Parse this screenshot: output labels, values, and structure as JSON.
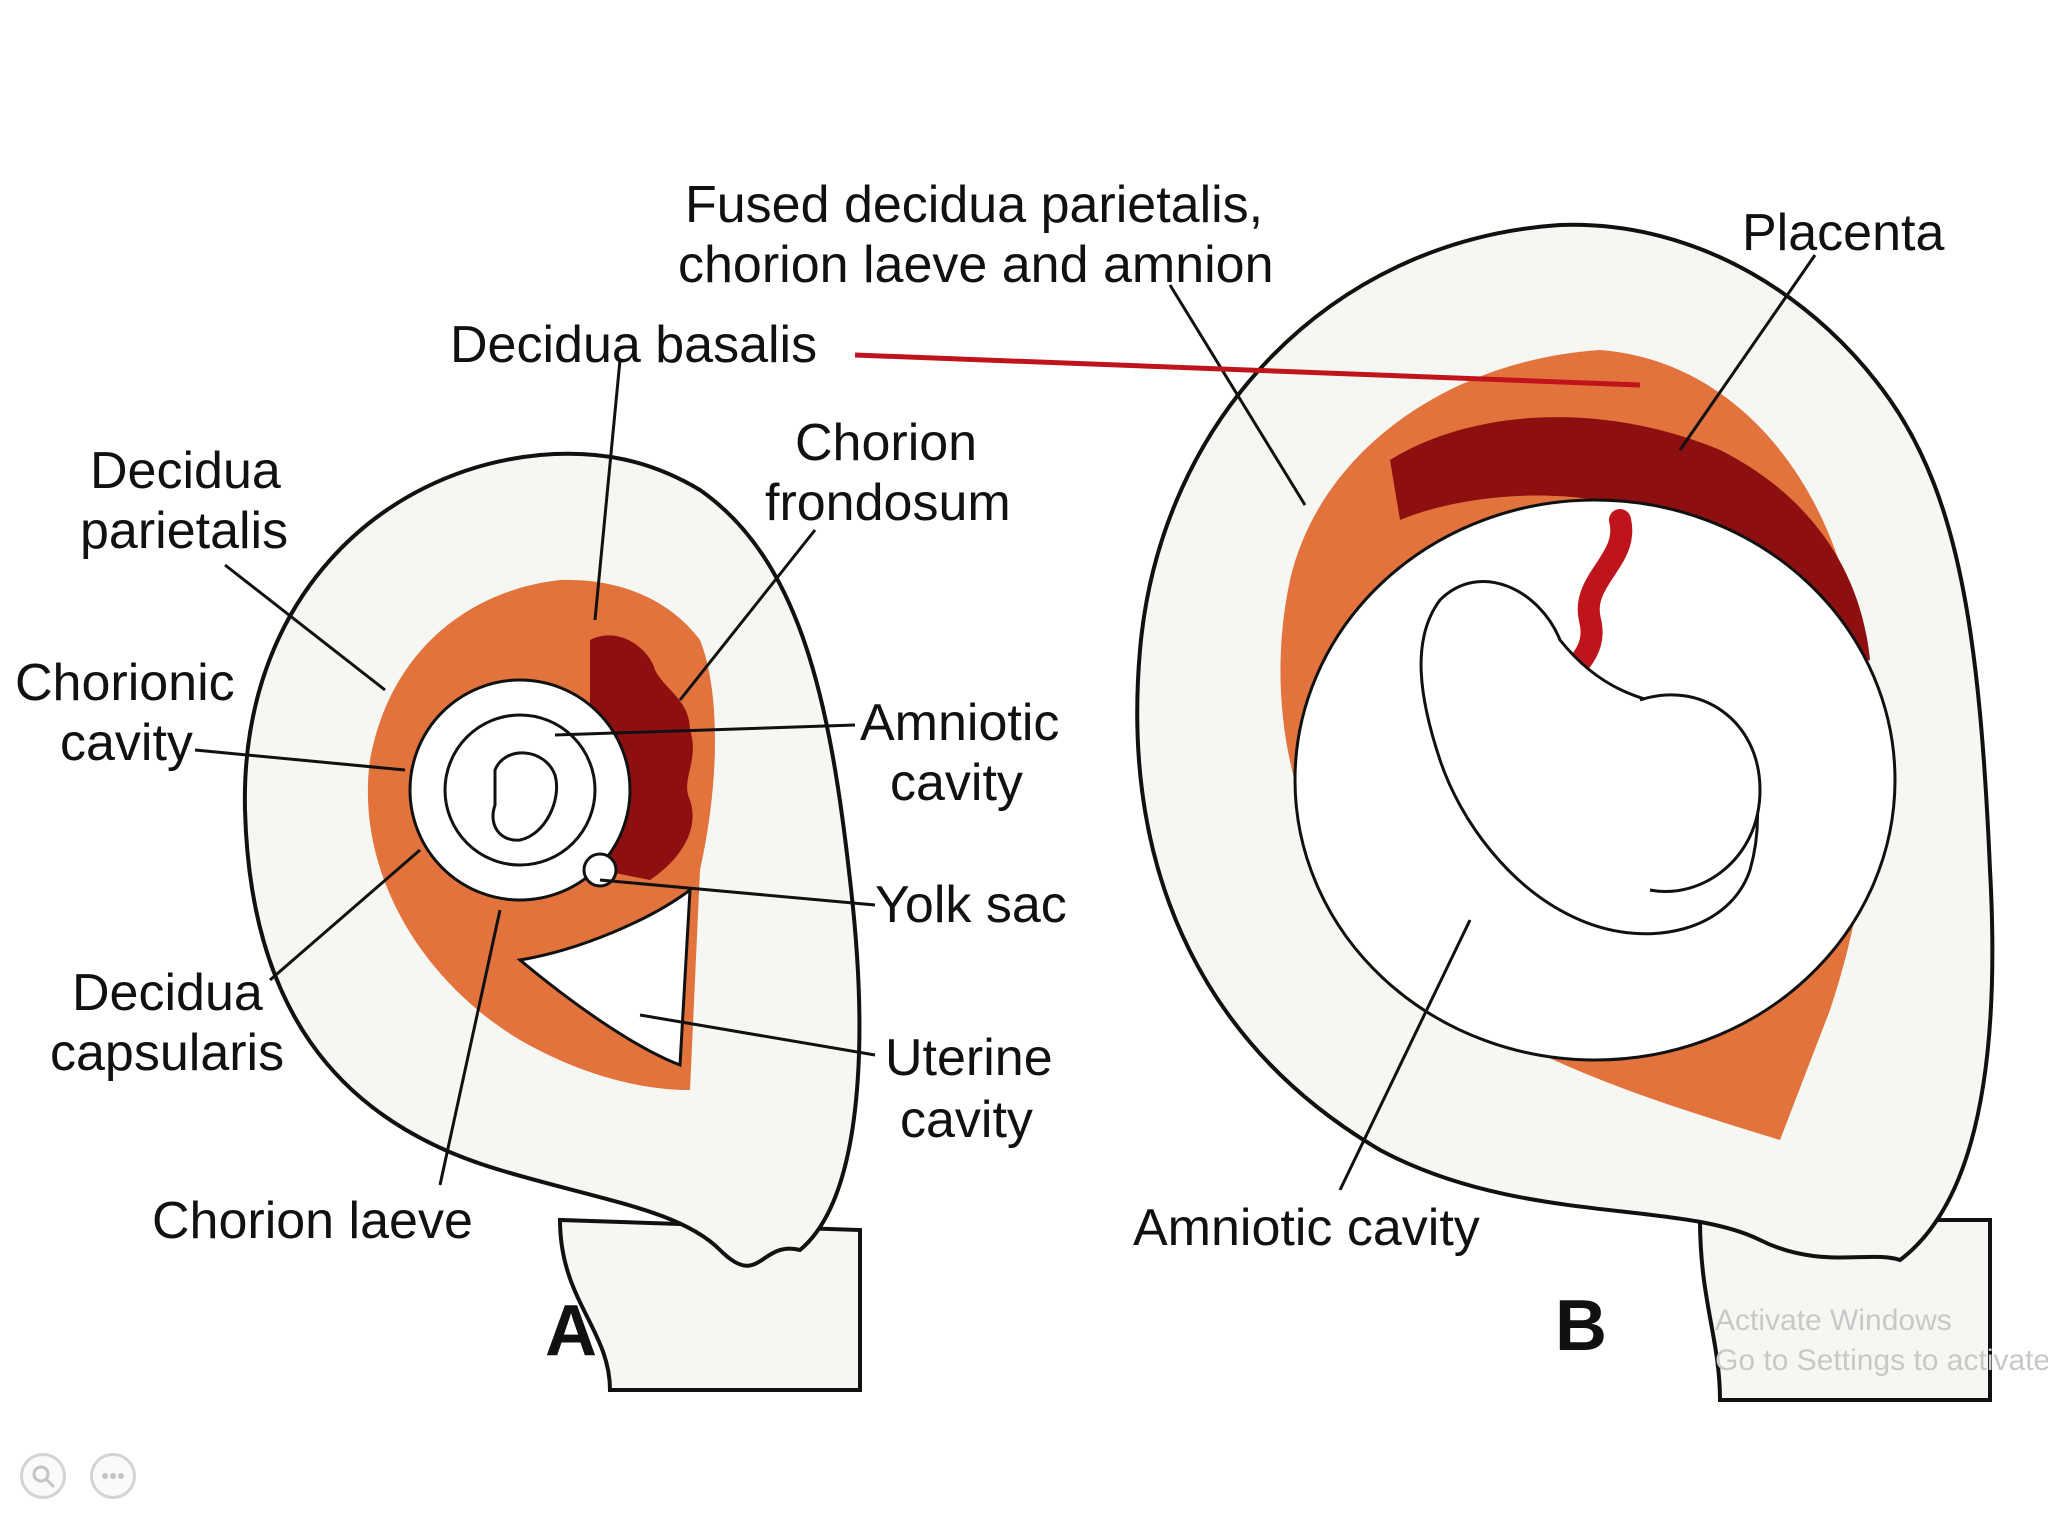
{
  "diagram": {
    "panels": {
      "a": "A",
      "b": "B"
    },
    "labels_a": {
      "decidua_basalis": "Decidua basalis",
      "chorion_frondosum_1": "Chorion",
      "chorion_frondosum_2": "frondosum",
      "decidua_parietalis_1": "Decidua",
      "decidua_parietalis_2": "parietalis",
      "chorionic_cavity_1": "Chorionic",
      "chorionic_cavity_2": "cavity",
      "amniotic_cavity_1": "Amniotic",
      "amniotic_cavity_2": "cavity",
      "yolk_sac": "Yolk sac",
      "decidua_capsularis_1": "Decidua",
      "decidua_capsularis_2": "capsularis",
      "uterine_cavity_1": "Uterine",
      "uterine_cavity_2": "cavity",
      "chorion_laeve": "Chorion laeve"
    },
    "labels_b": {
      "fused_1": "Fused decidua parietalis,",
      "fused_2": "chorion laeve and amnion",
      "placenta": "Placenta",
      "amniotic_cavity": "Amniotic cavity"
    },
    "annotation_color": "#c0141c"
  },
  "watermark": {
    "line1": "Activate Windows",
    "line2": "Go to Settings to activate W"
  },
  "controls": {
    "zoom_icon": "magnifier-icon",
    "more_icon": "ellipsis-icon"
  }
}
